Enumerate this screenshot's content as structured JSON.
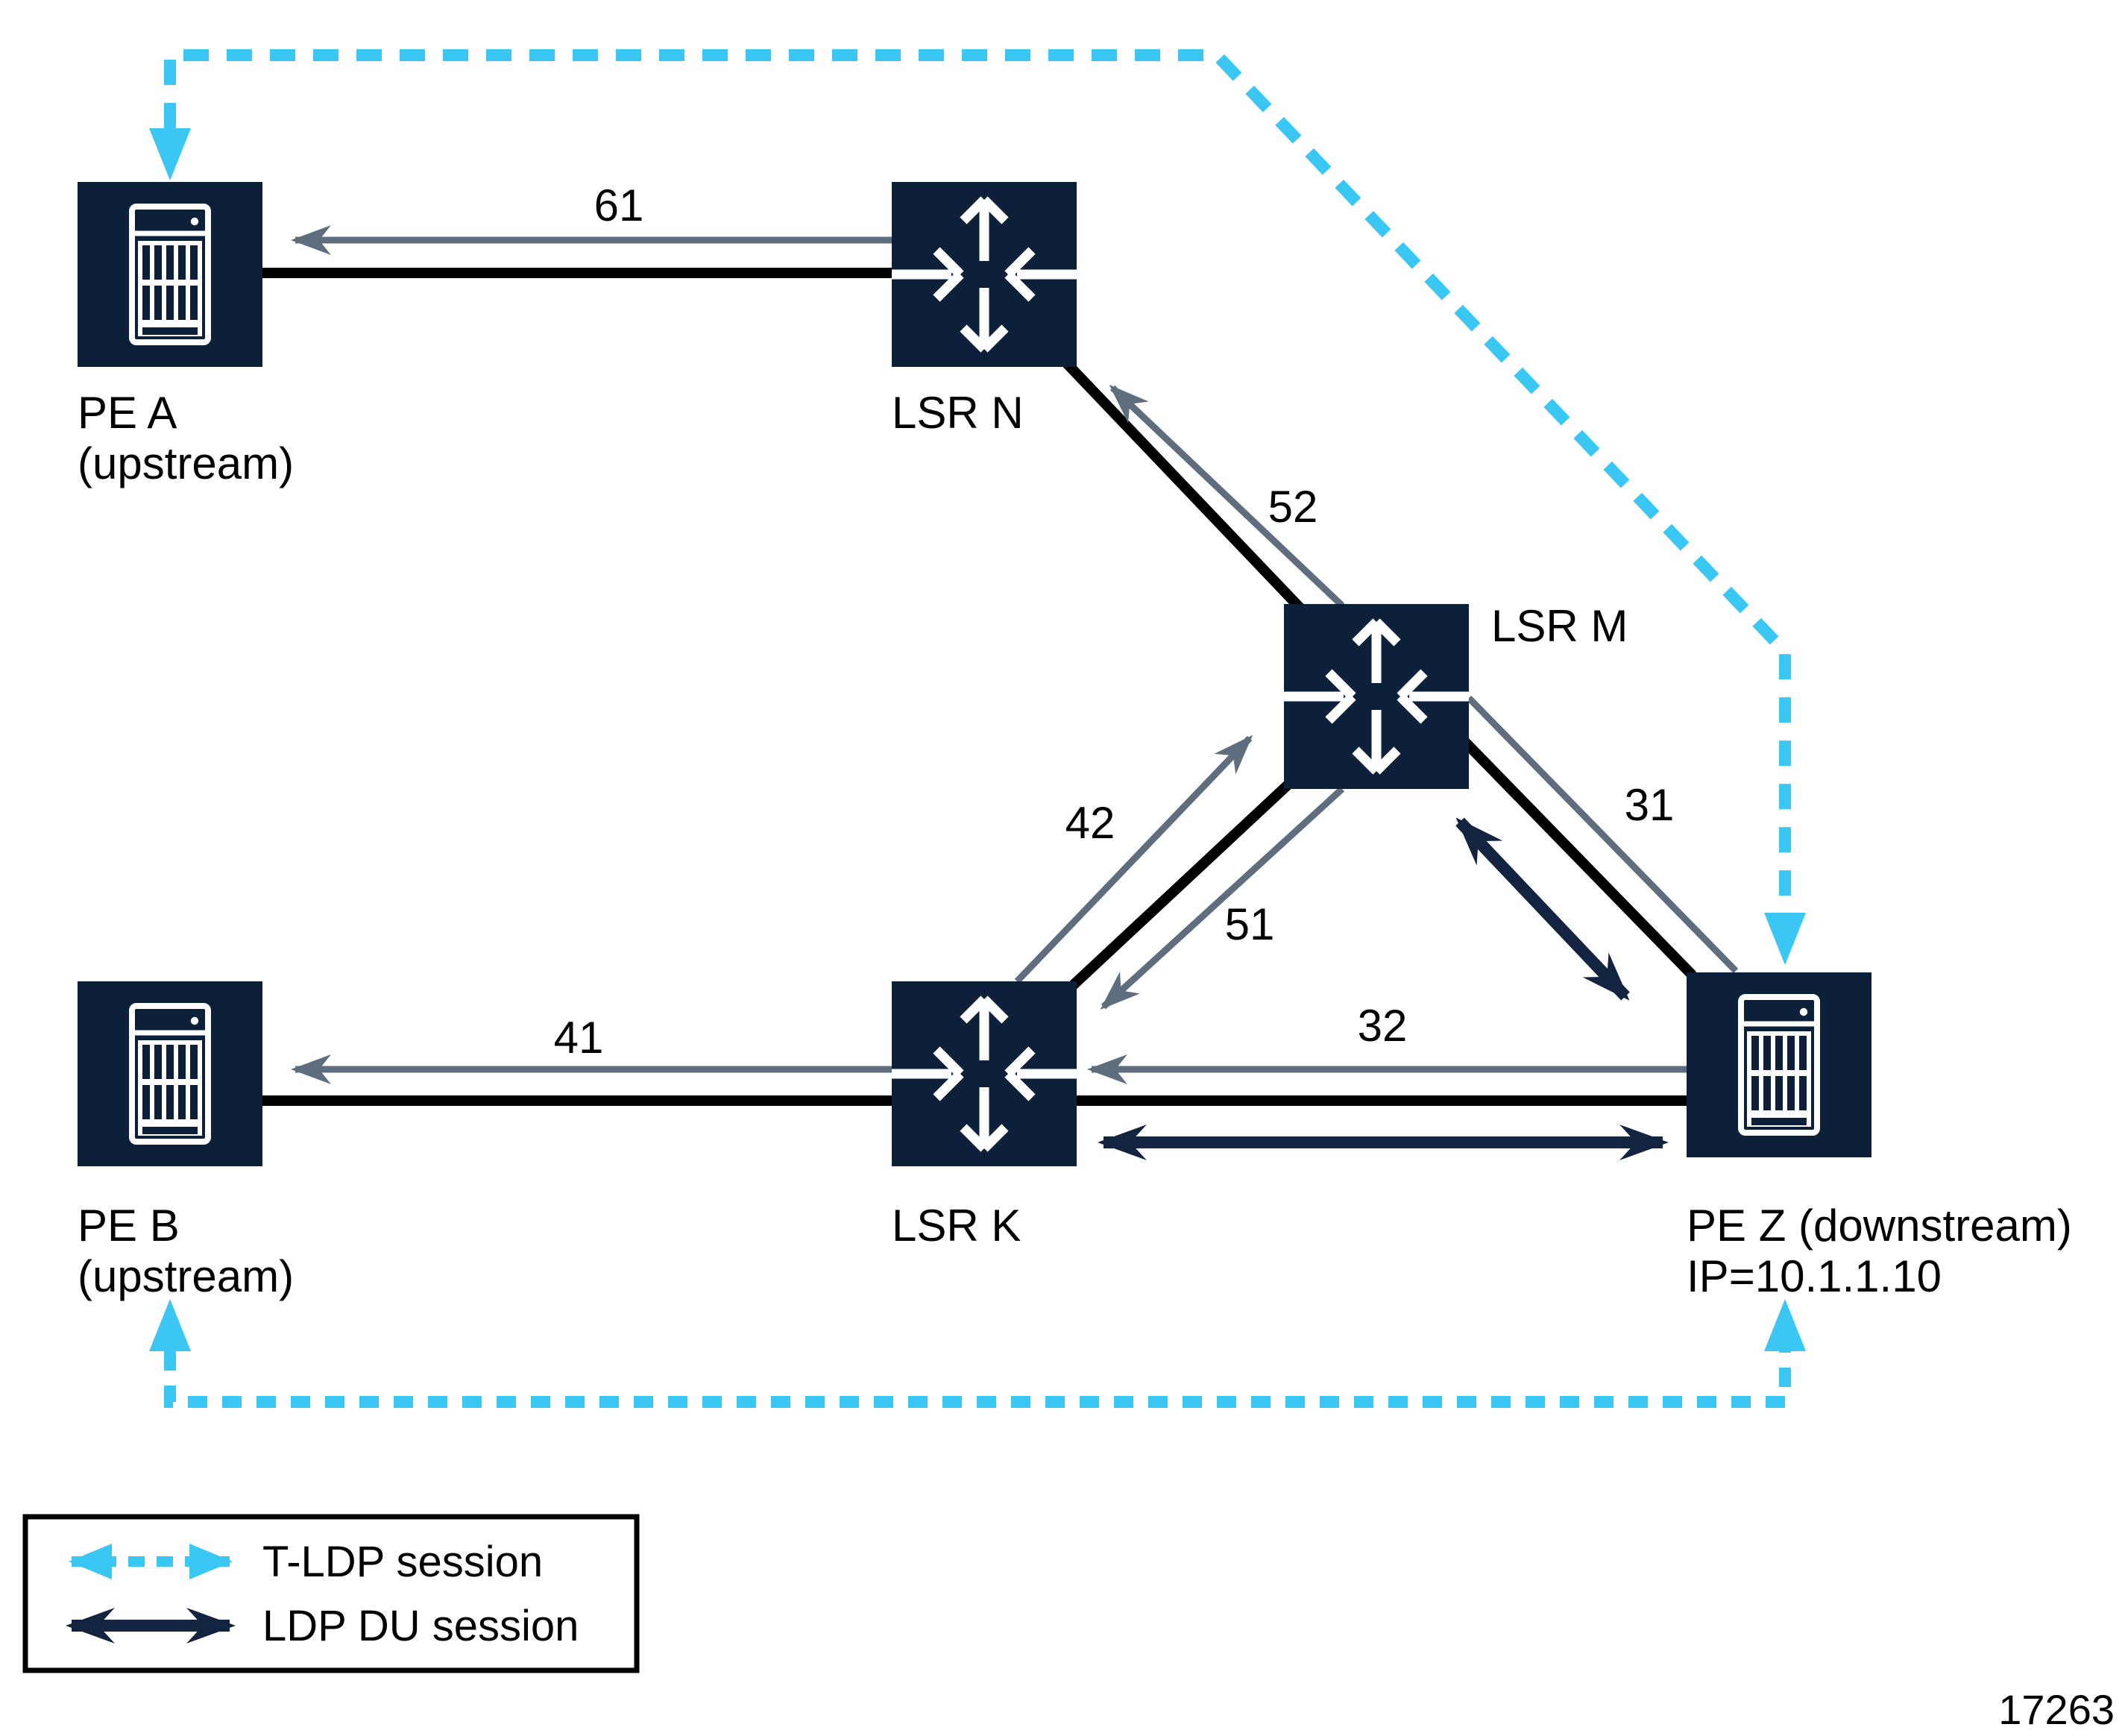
{
  "diagram": {
    "figure_number": "17263",
    "colors": {
      "node_navy": "#0d2039",
      "session_navy": "#132440",
      "link_gray": "#5f6e7e",
      "tldp_cyan": "#3bc7f3",
      "link_black": "#000000"
    },
    "nodes": {
      "pe_a": {
        "name": "PE A",
        "role": "(upstream)",
        "type": "server"
      },
      "lsr_n": {
        "name": "LSR N",
        "type": "router"
      },
      "lsr_m": {
        "name": "LSR M",
        "type": "router"
      },
      "lsr_k": {
        "name": "LSR K",
        "type": "router"
      },
      "pe_b": {
        "name": "PE B",
        "role": "(upstream)",
        "type": "server"
      },
      "pe_z": {
        "name": "PE Z (downstream)",
        "ip": "IP=10.1.1.10",
        "type": "server"
      }
    },
    "link_labels": {
      "lsrn_to_pea": "61",
      "lsrm_to_lsrn": "52",
      "lsrk_to_lsrm": "42",
      "lsrm_to_lsrk": "51",
      "pez_to_lsrm": "31",
      "pez_to_lsrk": "32",
      "lsrk_to_peb": "41"
    },
    "legend": {
      "tldp_session": "T-LDP session",
      "ldp_du_session": "LDP DU session"
    }
  }
}
